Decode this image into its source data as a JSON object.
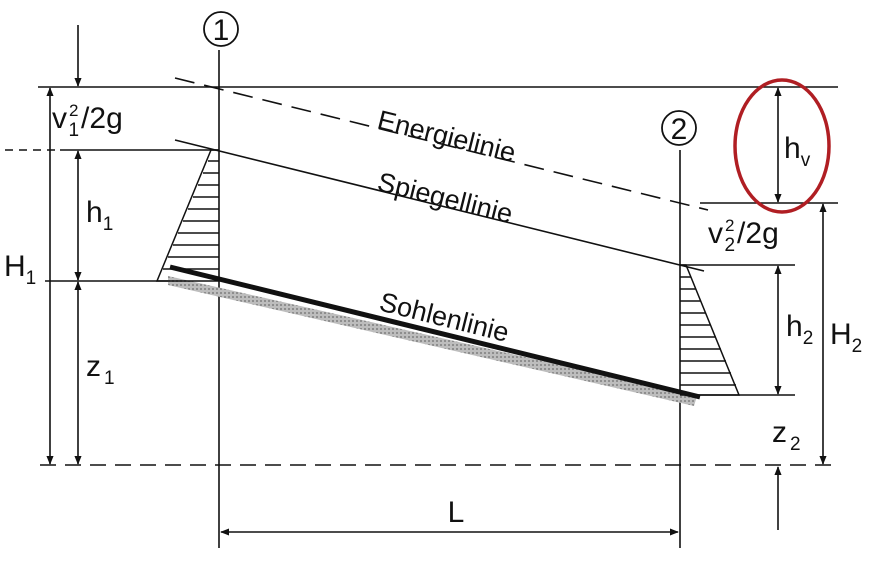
{
  "sections": {
    "one": "1",
    "two": "2"
  },
  "lines": {
    "energy": "Energielinie",
    "water_surface": "Spiegellinie",
    "bed": "Sohlenlinie"
  },
  "labels": {
    "velocity_head_1": {
      "base": "v",
      "sub": "1",
      "sup": "2",
      "tail": "/2g"
    },
    "velocity_head_2": {
      "base": "v",
      "sub": "2",
      "sup": "2",
      "tail": "/2g"
    },
    "depth_1": {
      "base": "h",
      "sub": "1"
    },
    "depth_2": {
      "base": "h",
      "sub": "2"
    },
    "head_1": {
      "base": "H",
      "sub": "1"
    },
    "head_2": {
      "base": "H",
      "sub": "2"
    },
    "elevation_1": {
      "base": "z",
      "sub": "1"
    },
    "elevation_2": {
      "base": "z",
      "sub": "2"
    },
    "head_loss": {
      "base": "h",
      "sub": "v"
    },
    "length": "L"
  },
  "colors": {
    "line": "#111111",
    "bed_shade": "#a8a8a8",
    "highlight": "#b01e23"
  }
}
